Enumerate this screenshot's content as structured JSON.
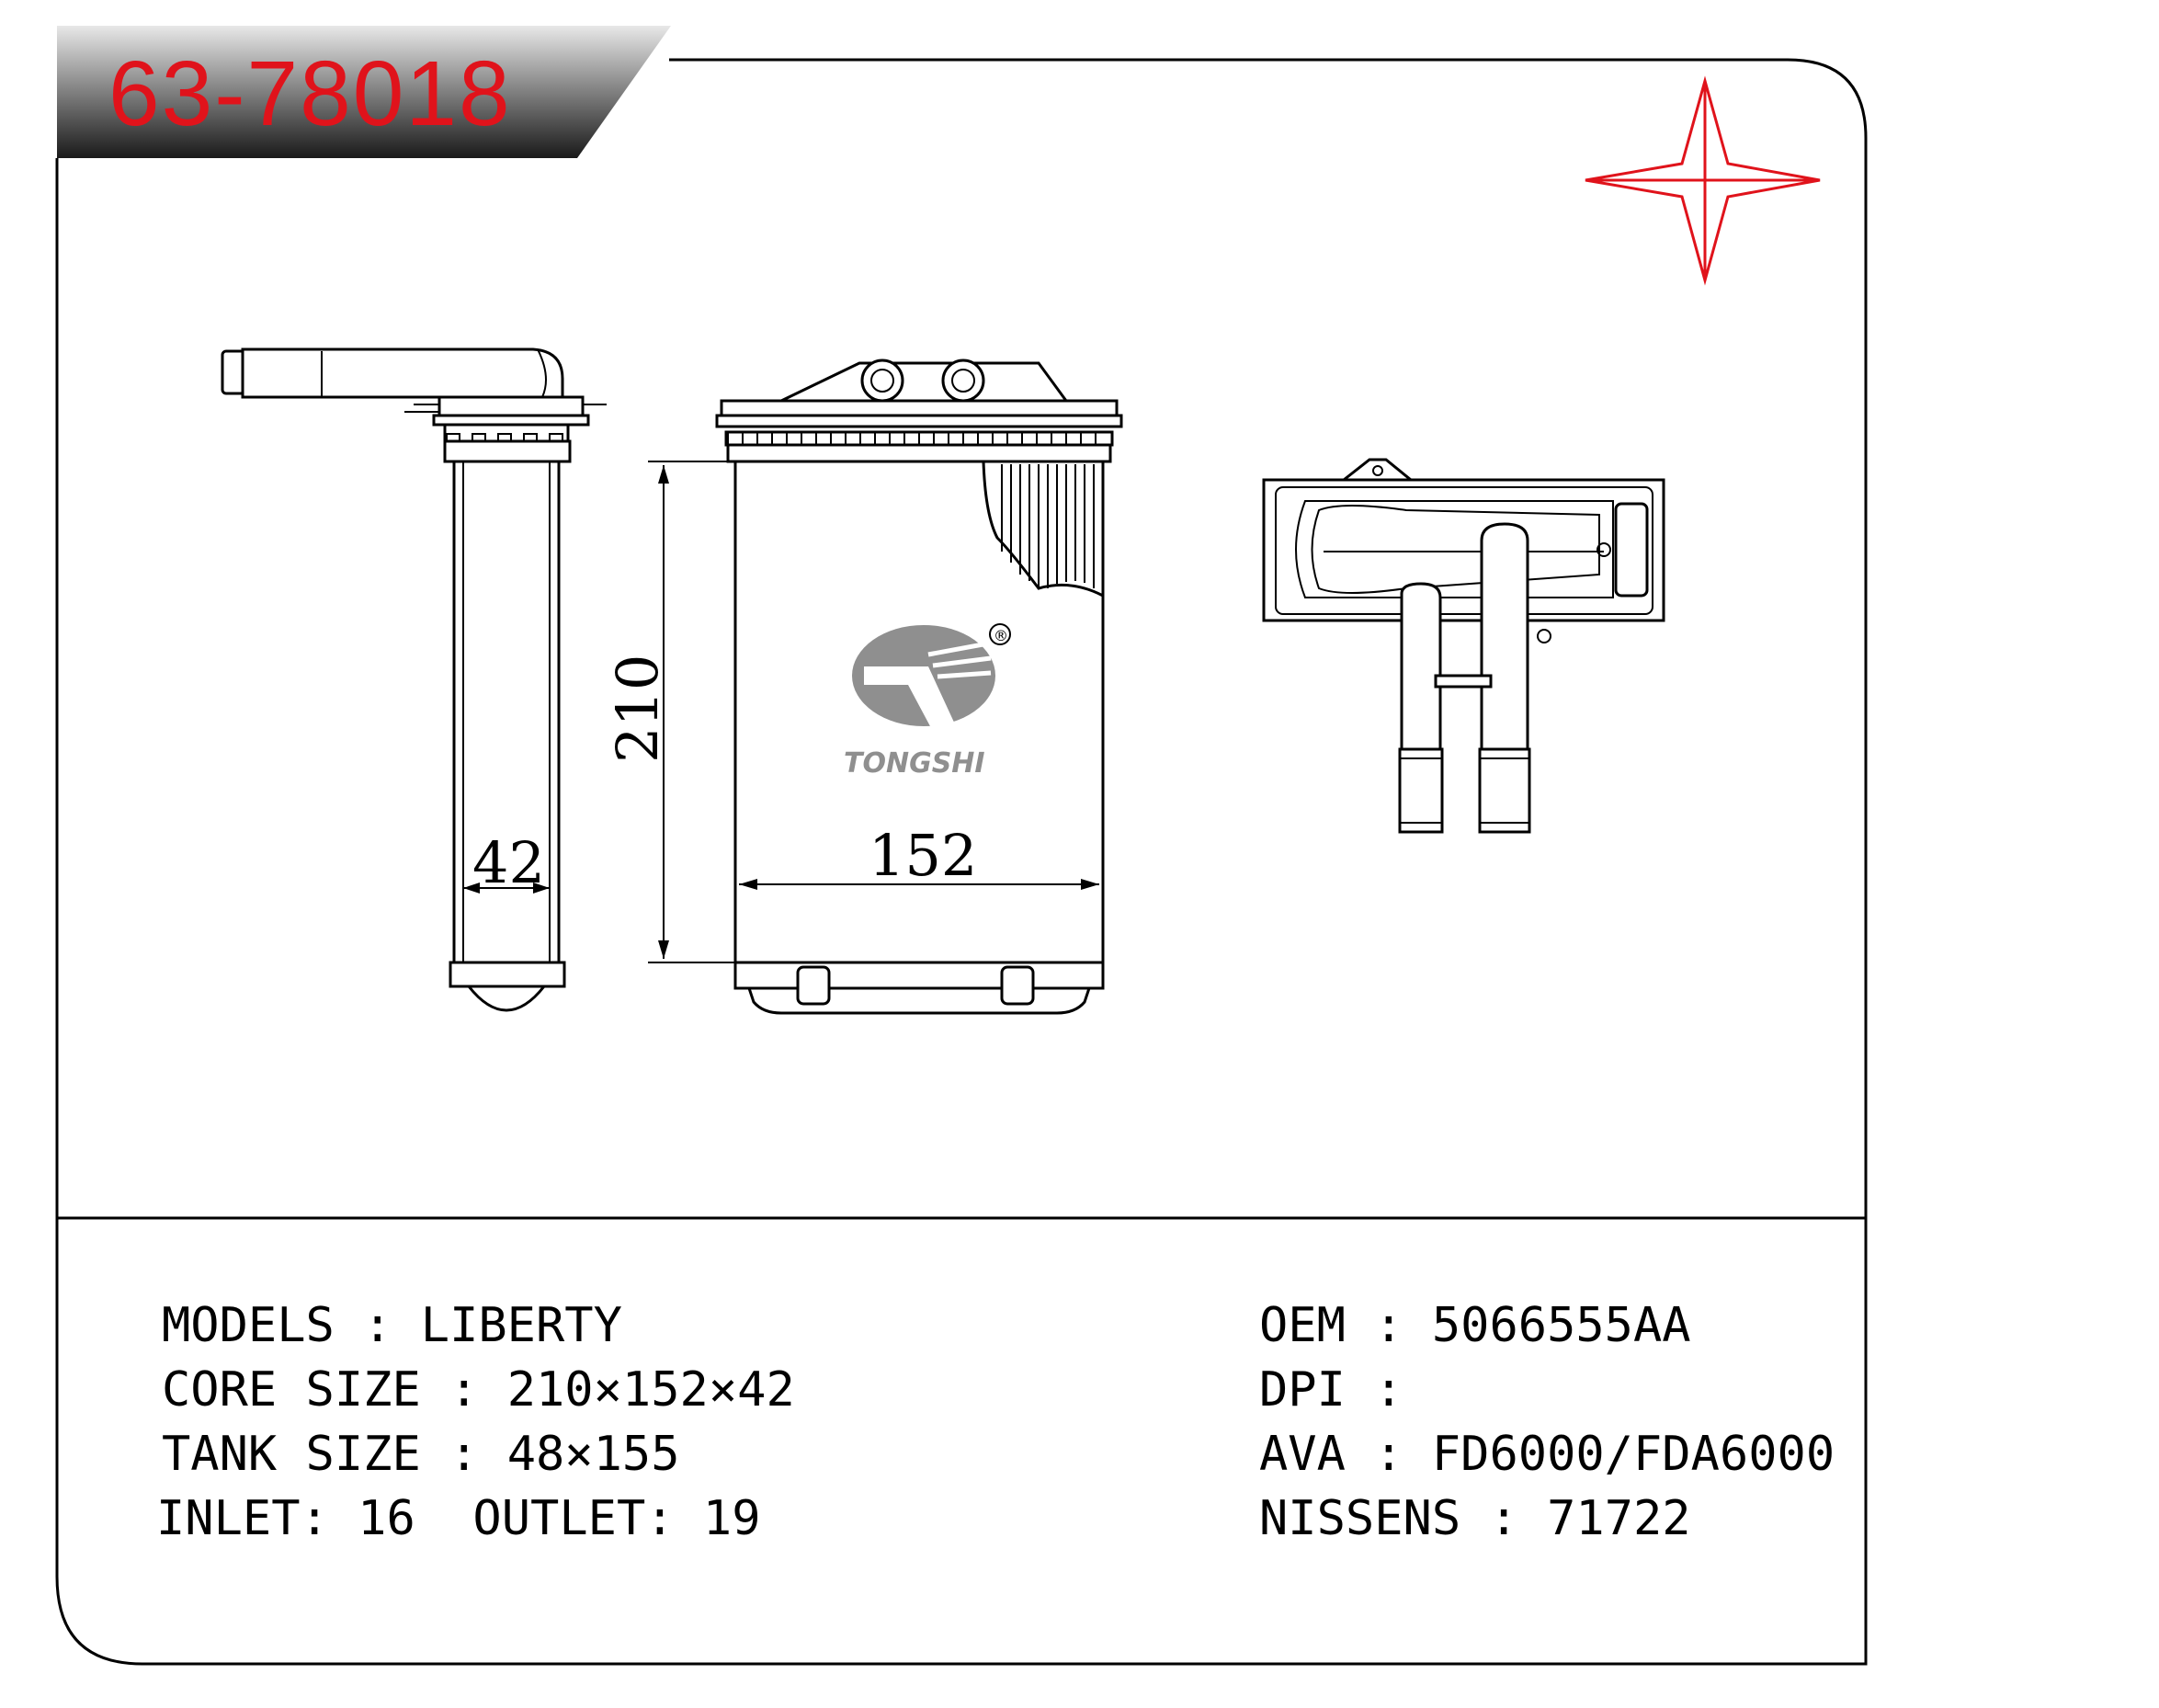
{
  "header": {
    "part_number": "63-78018"
  },
  "logo": {
    "brand": "TONGSHI",
    "registered_mark": "®"
  },
  "colors": {
    "accent": "#e0131b",
    "line": "#000000",
    "background": "#ffffff"
  },
  "dimensions": {
    "height": "210",
    "width": "152",
    "depth": "42"
  },
  "specs_left": [
    {
      "label": "MODELS",
      "sep": " : ",
      "value": "LIBERTY"
    },
    {
      "label": "CORE SIZE",
      "sep": " : ",
      "value": "210×152×42"
    },
    {
      "label": "TANK SIZE",
      "sep": " : ",
      "value": "48×155"
    },
    {
      "label": "INLET",
      "sep": ": ",
      "value": "16",
      "label2": "OUTLET",
      "sep2": ": ",
      "value2": "19"
    }
  ],
  "specs_right": [
    {
      "label": "OEM",
      "sep": " : ",
      "value": "5066555AA"
    },
    {
      "label": "DPI",
      "sep": " : ",
      "value": ""
    },
    {
      "label": "AVA",
      "sep": " : ",
      "value": "FD6000/FDA6000"
    },
    {
      "label": "NISSENS",
      "sep": " : ",
      "value": "71722"
    }
  ]
}
